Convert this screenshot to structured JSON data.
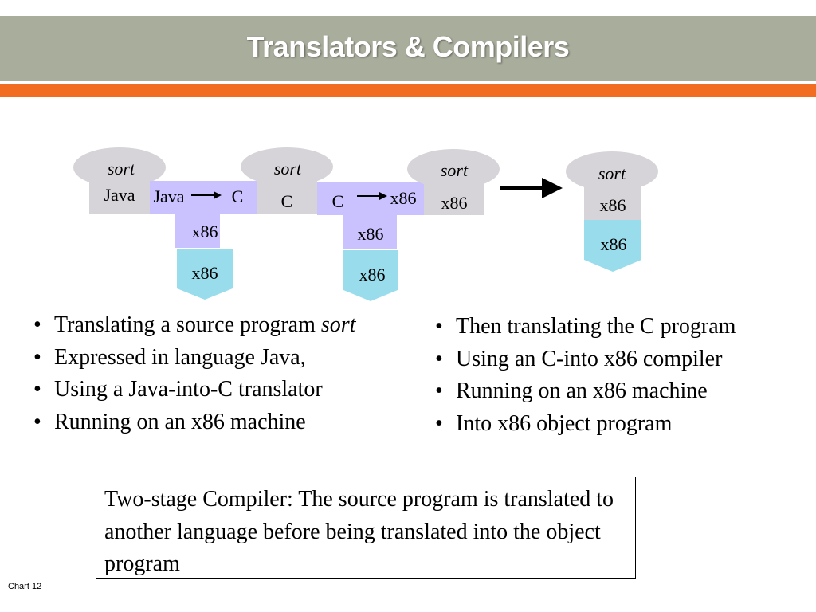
{
  "slide": {
    "title": "Translators & Compilers",
    "footer": "Chart 12"
  },
  "diagram": {
    "program_label": "sort",
    "source_language": "Java",
    "intermediate_language": "C",
    "target_language": "x86",
    "translator_from": "Java",
    "translator_to": "C",
    "translator_impl": "x86",
    "translator_machine": "x86",
    "stage1_output_language": "C",
    "compiler_from": "C",
    "compiler_to": "x86",
    "compiler_impl": "x86",
    "compiler_machine": "x86",
    "stage2_output_language": "x86",
    "final_program_language": "x86",
    "final_machine": "x86",
    "colors": {
      "program": "#d6d4d8",
      "translator": "#c9c2ff",
      "machine": "#99dcec",
      "arrow": "#000000"
    }
  },
  "left_bullets": [
    {
      "text": "Translating a source program ",
      "emphasis": "sort"
    },
    {
      "text": "Expressed in language Java,"
    },
    {
      "text": "Using a Java-into-C translator"
    },
    {
      "text": "Running on an x86 machine"
    }
  ],
  "right_bullets": [
    {
      "text": "Then translating the C program"
    },
    {
      "text": "Using an C-into x86 compiler"
    },
    {
      "text": "Running on an x86 machine"
    },
    {
      "text": "Into x86 object program"
    }
  ],
  "summary": "Two-stage Compiler: The source program is translated to another language before being translated into the object program"
}
